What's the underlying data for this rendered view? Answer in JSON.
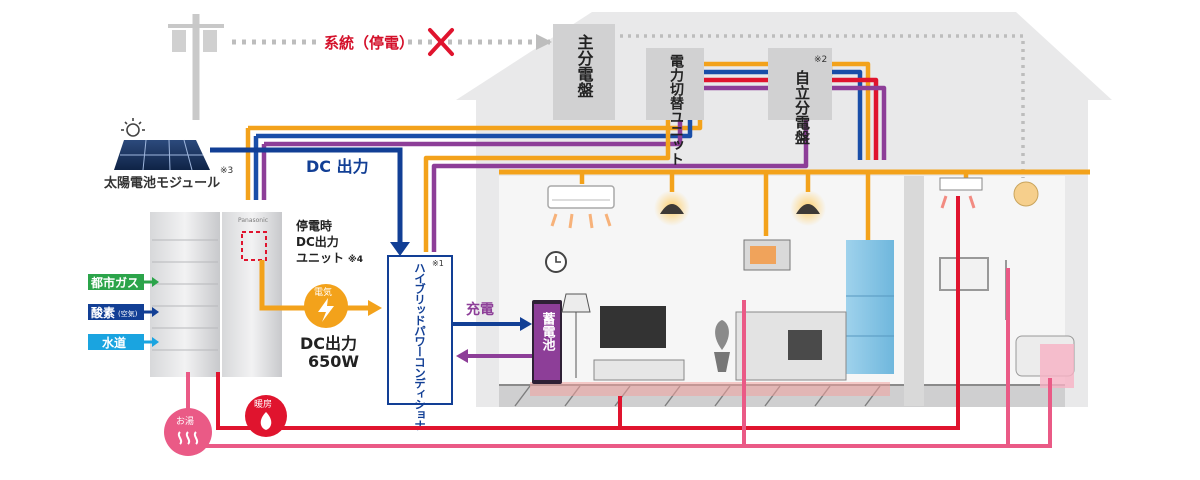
{
  "labels": {
    "grid_outage": "系統（停電）",
    "main_panel": "主分電盤",
    "switch_unit": "電力切替ユニット",
    "standalone_panel": "自立分電盤",
    "note2": "※2",
    "solar_module": "太陽電池モジュール",
    "note3": "※3",
    "dc_output": "DC 出力",
    "outage_dc_unit_line1": "停電時",
    "outage_dc_unit_line2": "DC出力",
    "outage_dc_unit_line3": "ユニット",
    "note4": "※4",
    "hybrid_pcs": "ハイブリッドパワーコンディショナ",
    "note1": "※1",
    "charge": "充電",
    "battery": "蓄電池",
    "city_gas": "都市ガス",
    "oxygen": "酸素",
    "oxygen_air": "(空気)",
    "water": "水道",
    "electricity_badge": "電気",
    "dc_out_650_line1": "DC出力",
    "dc_out_650_line2": "650W",
    "heating": "暖房",
    "hot_water": "お湯",
    "brand": "Panasonic"
  },
  "colors": {
    "dc_blue": "#123f95",
    "ac_orange": "#f3a21b",
    "purple": "#8d3e98",
    "red": "#e0142e",
    "pink": "#ea5a86",
    "gas_green": "#2ba44a",
    "water_cyan": "#1aa4e0",
    "gray": "#b9b9b9"
  },
  "icons": [
    "utility-pole-icon",
    "cross-mark-icon",
    "sun-icon",
    "solar-panel-icon",
    "lightning-icon",
    "flame-icon",
    "steam-icon",
    "air-conditioner-icon",
    "ceiling-lamp-icon",
    "microwave-icon",
    "refrigerator-icon",
    "tv-icon",
    "floor-lamp-icon",
    "plant-icon",
    "clock-icon",
    "shower-icon",
    "bathtub-icon",
    "bulb-icon"
  ]
}
